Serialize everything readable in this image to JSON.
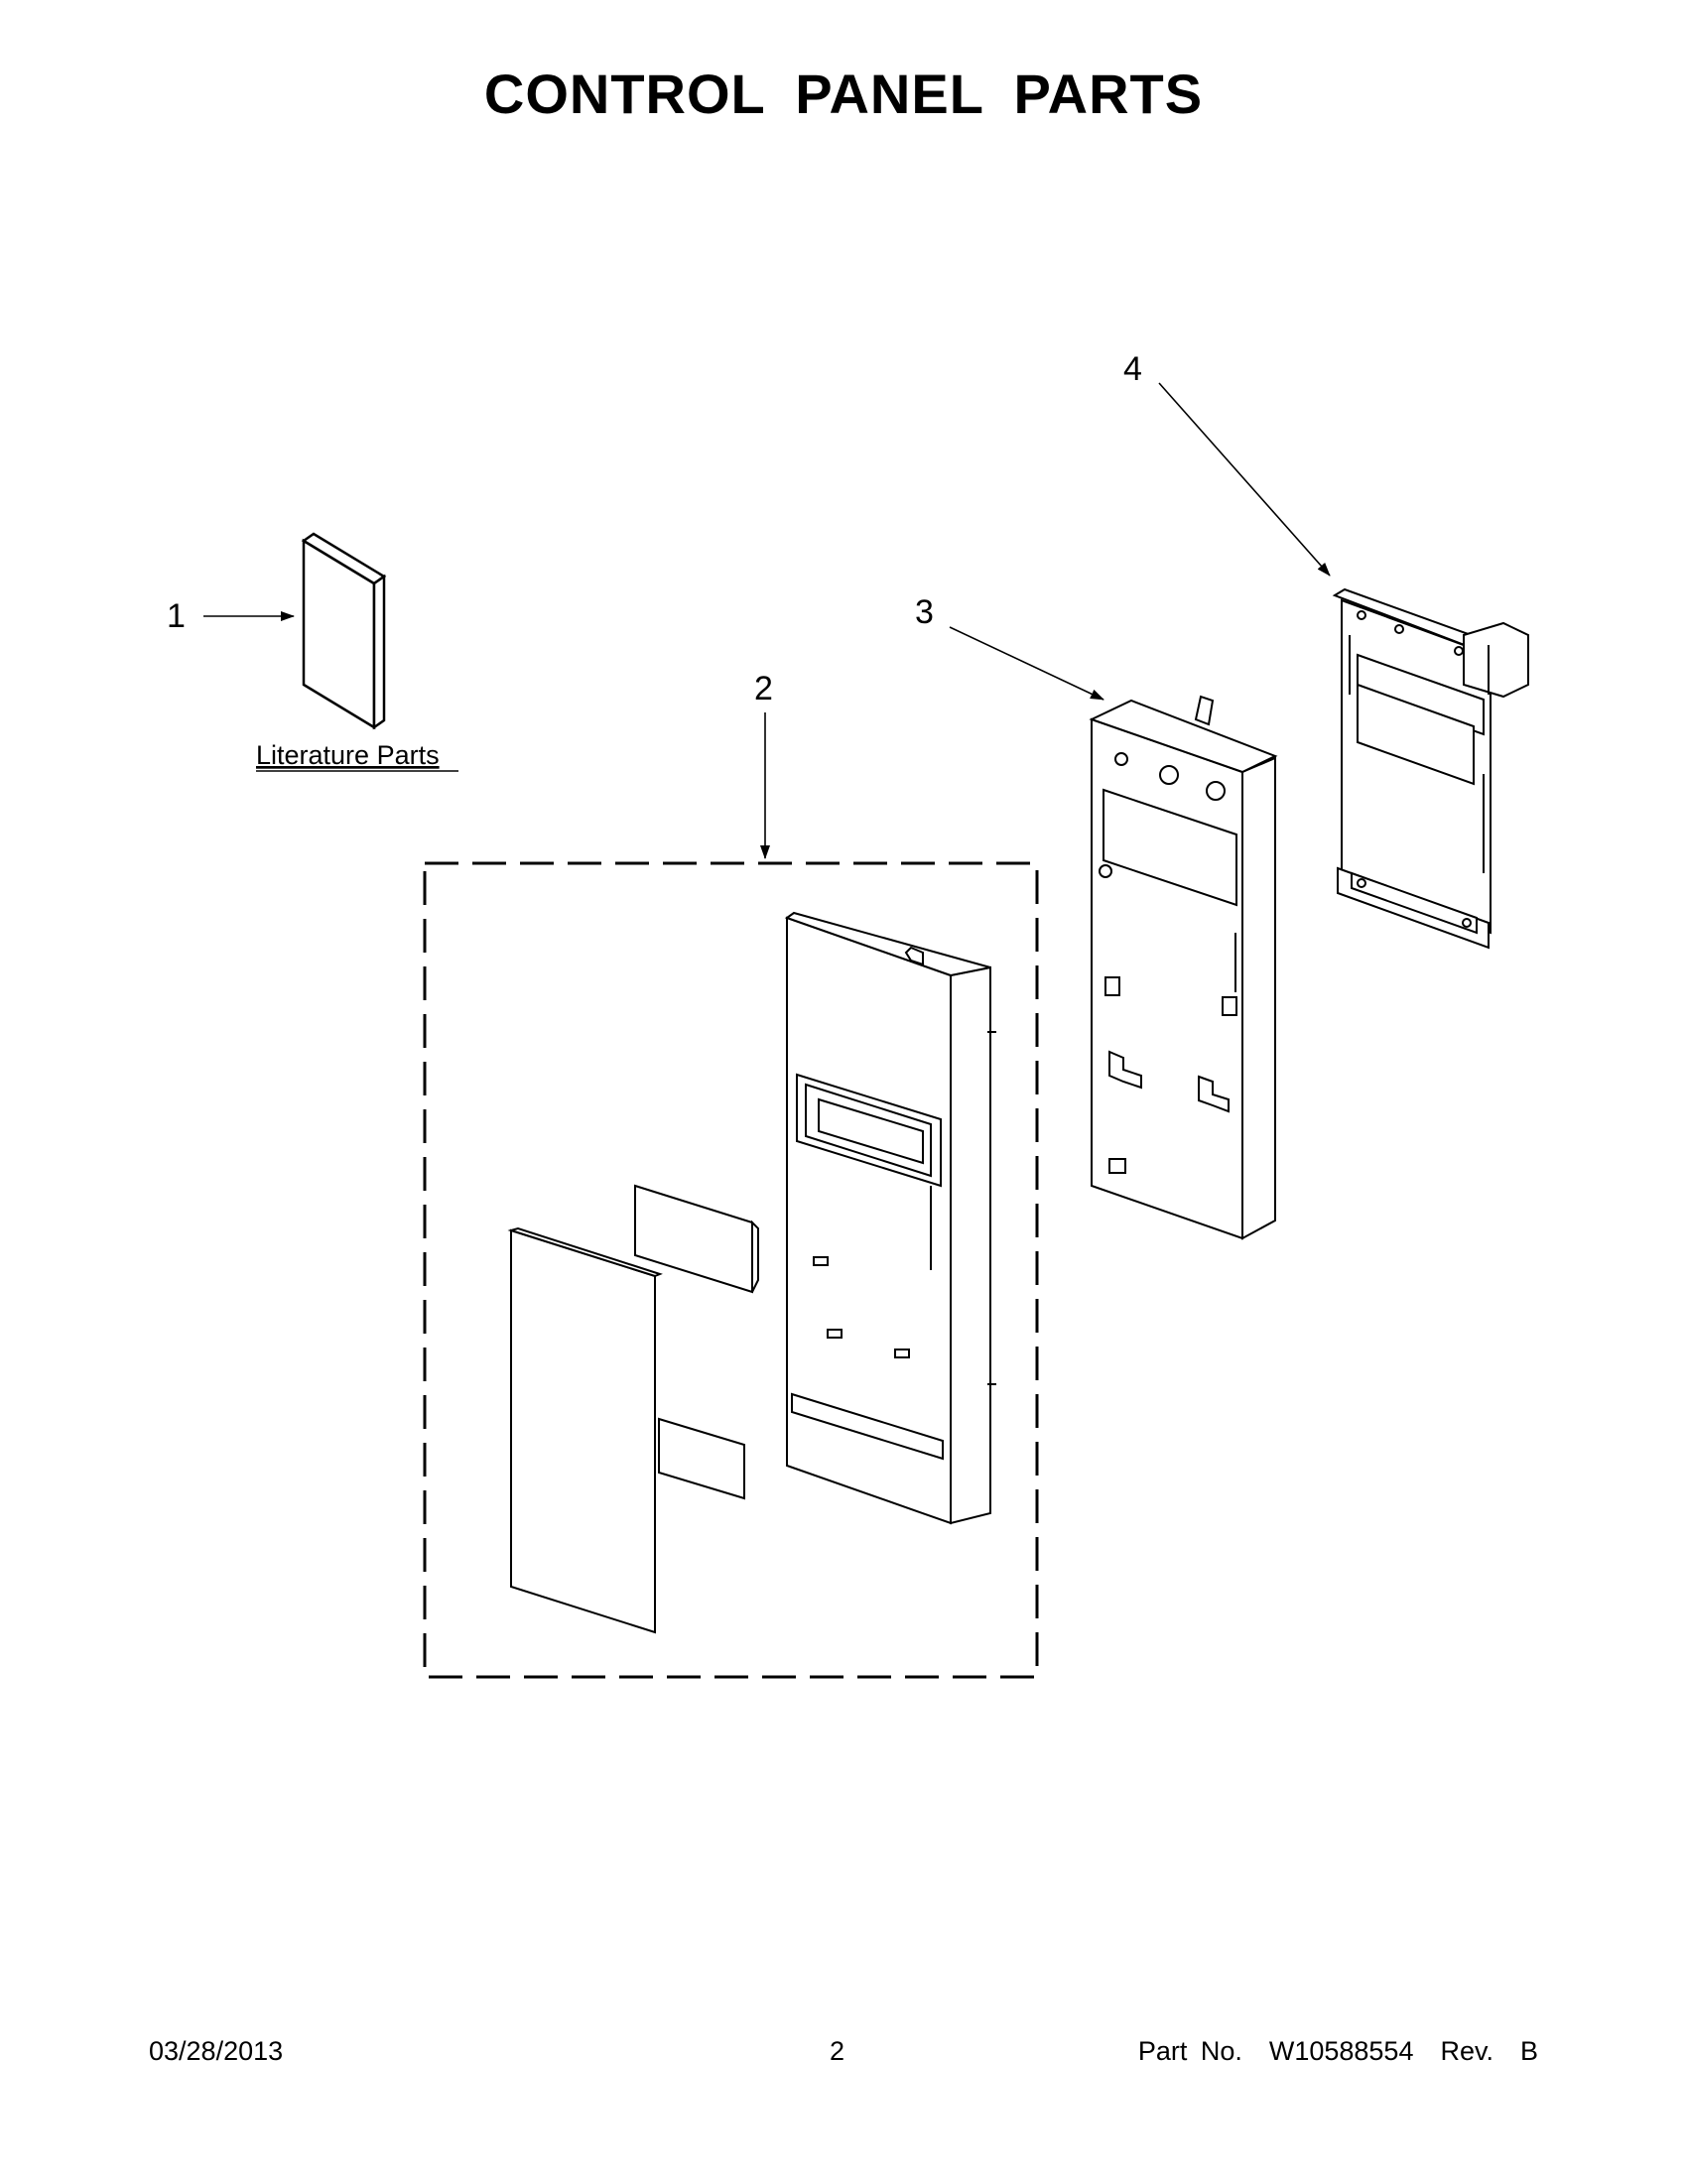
{
  "page": {
    "title": "CONTROL PANEL PARTS"
  },
  "callouts": {
    "item1": "1",
    "item2": "2",
    "item3": "3",
    "item4": "4"
  },
  "literature_label": "Literature Parts",
  "footer": {
    "date": "03/28/2013",
    "page_number": "2",
    "part_number": "Part No.  W10588554  Rev.  B"
  }
}
